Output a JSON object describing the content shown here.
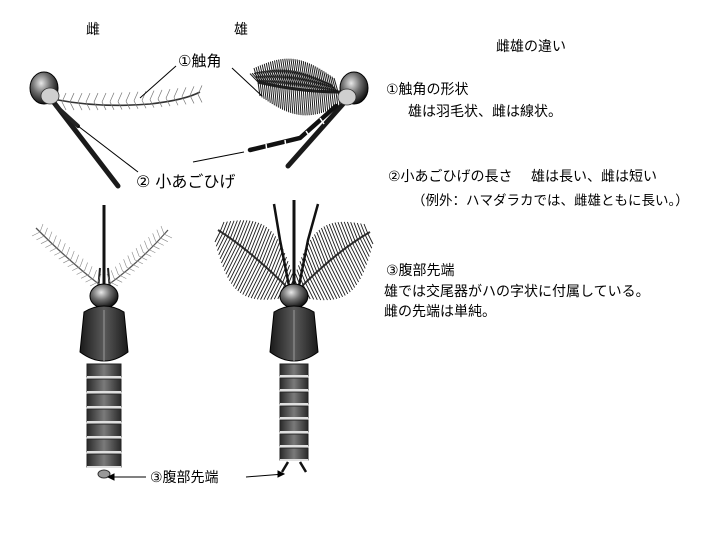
{
  "header": {
    "female": "雌",
    "male": "雄"
  },
  "callouts": {
    "antenna": "①触角",
    "palp": "② 小あごひげ",
    "tip": "③腹部先端"
  },
  "notes": {
    "title": "雌雄の違い",
    "n1_heading": "①触角の形状",
    "n1_body": "雄は羽毛状、雌は線状。",
    "n2_heading": "②小あごひげの長さ　 雄は長い、雌は短い",
    "n2_body": "（例外：ハマダラカでは、雌雄ともに長い。）",
    "n3_heading": "③腹部先端",
    "n3_line1": "雄では交尾器がハの字状に付属している。",
    "n3_line2": "雌の先端は単純。"
  }
}
